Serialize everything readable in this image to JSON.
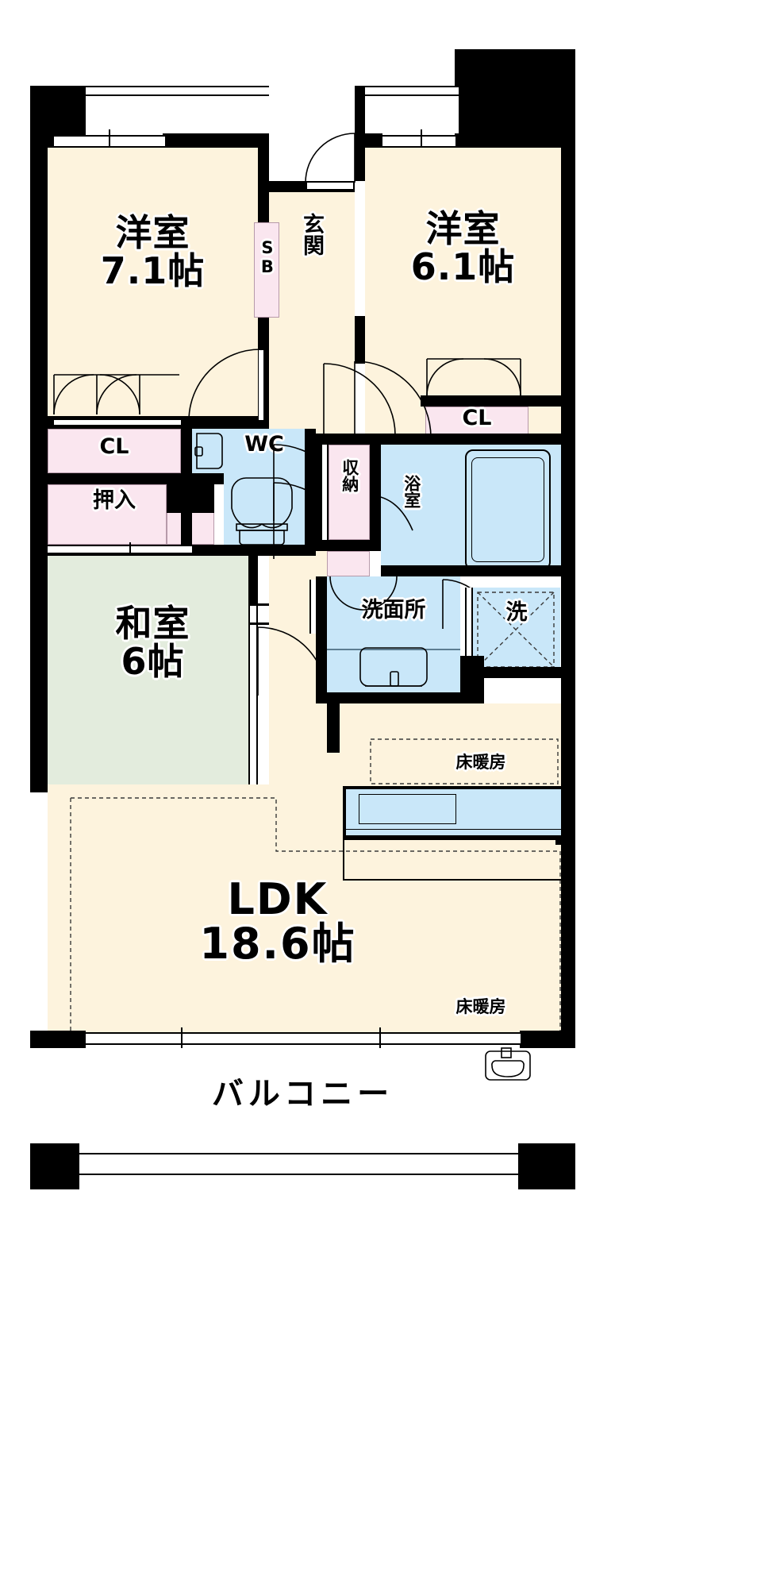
{
  "plan": {
    "type": "japanese-apartment-floor-plan",
    "layout_code": "3LDK",
    "rooms": [
      {
        "id": "washitsu",
        "name": "和室",
        "size": "6帖",
        "floor": "tatami",
        "fill": "#e3ecdd"
      },
      {
        "id": "yoshitsu_71",
        "name": "洋室",
        "size": "7.1帖",
        "floor": "flooring",
        "fill": "#fdf3dd"
      },
      {
        "id": "yoshitsu_61",
        "name": "洋室",
        "size": "6.1帖",
        "floor": "flooring",
        "fill": "#fdf3dd"
      },
      {
        "id": "ldk",
        "name": "LDK",
        "size": "18.6帖",
        "floor": "flooring",
        "fill": "#fdf3dd"
      }
    ],
    "labels": {
      "yoshitsu_71_name": "洋室",
      "yoshitsu_71_size": "7.1帖",
      "yoshitsu_61_name": "洋室",
      "yoshitsu_61_size": "6.1帖",
      "washitsu_name": "和室",
      "washitsu_size": "6帖",
      "ldk_name": "LDK",
      "ldk_size": "18.6帖",
      "genkan": "玄関",
      "shoe_box": "SB",
      "closet_cl_left": "CL",
      "closet_cl_right": "CL",
      "oshiire": "押入",
      "wc": "WC",
      "shuno": "収納",
      "yokushitsu": "浴室",
      "senmenjo": "洗面所",
      "sentakuki": "洗",
      "floor_heating_1": "床暖房",
      "floor_heating_2": "床暖房",
      "balcony": "バルコニー"
    },
    "colors": {
      "wall": "#000000",
      "flooring": "#fdf3dd",
      "tatami": "#e3ecdd",
      "storage": "#fae6ef",
      "water_area": "#c9e7f9",
      "background": "#ffffff",
      "label_text": "#000000",
      "label_halo": "#ffffff"
    },
    "fixtures": [
      {
        "name": "toilet",
        "room": "wc"
      },
      {
        "name": "hand-basin",
        "room": "wc"
      },
      {
        "name": "bathtub",
        "room": "yokushitsu"
      },
      {
        "name": "vanity-sink",
        "room": "senmenjo"
      },
      {
        "name": "washing-machine-space",
        "room": "sentakuki"
      },
      {
        "name": "kitchen-counter",
        "room": "ldk"
      },
      {
        "name": "balcony-sink",
        "room": "balcony"
      }
    ]
  }
}
